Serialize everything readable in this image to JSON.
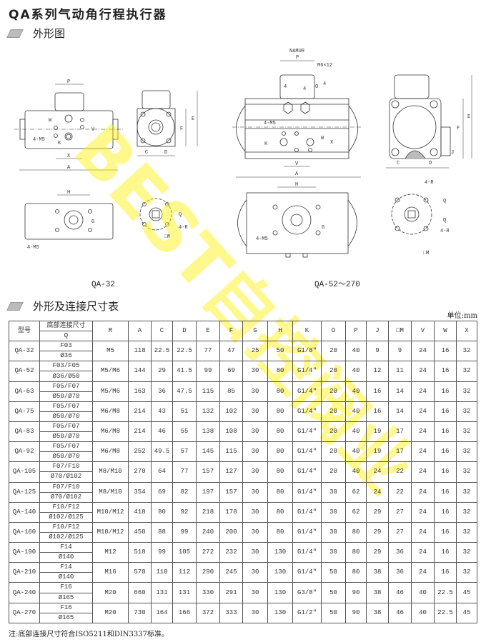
{
  "title": "QA系列气动角行程执行器",
  "section1": "外形图",
  "section2": "外形及连接尺寸表",
  "unit": "单位:mm",
  "watermark": "BEST自控阀业",
  "drawings": {
    "qa32": {
      "caption": "QA-32",
      "P": "P",
      "W": "W",
      "V": "V",
      "M5": "4-M5",
      "K": "K",
      "X": "X",
      "A": "A",
      "C": "C",
      "D": "D",
      "E": "E",
      "F": "F",
      "H": "H",
      "G": "G",
      "M5b": "4-M5",
      "Q": "Q",
      "R": "4-R",
      "M": "□M"
    },
    "qa52": {
      "caption": "QA-52～270",
      "namur": "NAMUR",
      "P": "P",
      "M6": "M6×12",
      "four1": "4",
      "four2": "4",
      "four3": "4",
      "O": "O",
      "M5": "4-M5",
      "K": "K",
      "W": "W",
      "X": "X",
      "V": "V",
      "A": "A",
      "H": "H",
      "E": "E",
      "F": "F",
      "C": "C",
      "D": "D",
      "J": "J",
      "R": "4-R",
      "G": "G",
      "M5b": "4-M5",
      "Q1": "Q",
      "Q2": "Q",
      "R2": "4-R",
      "M": "□M"
    }
  },
  "table": {
    "headers": {
      "model": "型号",
      "q_top": "底部连接尺寸",
      "q_bottom": "Q",
      "cols": [
        "R",
        "A",
        "C",
        "D",
        "E",
        "F",
        "G",
        "H",
        "K",
        "O",
        "P",
        "J",
        "□M",
        "V",
        "W",
        "X"
      ]
    },
    "rows": [
      {
        "model": "QA-32",
        "q1": "F03",
        "q2": "Ø36",
        "v": [
          "M5",
          "118",
          "22.5",
          "22.5",
          "77",
          "47",
          "25",
          "50",
          "G1/8\"",
          "20",
          "40",
          "9",
          "9",
          "24",
          "16",
          "32"
        ]
      },
      {
        "model": "QA-52",
        "q1": "F03/F05",
        "q2": "Ø36/Ø50",
        "v": [
          "M5/M6",
          "144",
          "29",
          "41.5",
          "99",
          "69",
          "30",
          "80",
          "G1/4\"",
          "20",
          "40",
          "12",
          "11",
          "24",
          "16",
          "32"
        ]
      },
      {
        "model": "QA-63",
        "q1": "F05/F07",
        "q2": "Ø50/Ø70",
        "v": [
          "M5/M6",
          "163",
          "36",
          "47.5",
          "115",
          "85",
          "30",
          "80",
          "G1/4\"",
          "20",
          "40",
          "16",
          "14",
          "24",
          "16",
          "32"
        ]
      },
      {
        "model": "QA-75",
        "q1": "F05/F07",
        "q2": "Ø50/Ø70",
        "v": [
          "M6/M8",
          "214",
          "43",
          "51",
          "132",
          "102",
          "30",
          "80",
          "G1/4\"",
          "20",
          "40",
          "16",
          "14",
          "24",
          "16",
          "32"
        ]
      },
      {
        "model": "QA-83",
        "q1": "F05/F07",
        "q2": "Ø50/Ø70",
        "v": [
          "M6/M8",
          "214",
          "46",
          "55",
          "138",
          "108",
          "30",
          "80",
          "G1/4\"",
          "20",
          "40",
          "19",
          "17",
          "24",
          "16",
          "32"
        ]
      },
      {
        "model": "QA-92",
        "q1": "F05/F07",
        "q2": "Ø50/Ø70",
        "v": [
          "M6/M8",
          "252",
          "49.5",
          "57",
          "145",
          "115",
          "30",
          "80",
          "G1/4\"",
          "20",
          "40",
          "19",
          "17",
          "24",
          "16",
          "32"
        ]
      },
      {
        "model": "QA-105",
        "q1": "F07/F10",
        "q2": "Ø70/Ø102",
        "v": [
          "M8/M10",
          "270",
          "64",
          "77",
          "157",
          "127",
          "30",
          "80",
          "G1/4\"",
          "20",
          "40",
          "24",
          "22",
          "24",
          "16",
          "32"
        ]
      },
      {
        "model": "QA-125",
        "q1": "F07/F10",
        "q2": "Ø70/Ø102",
        "v": [
          "M8/M10",
          "354",
          "69",
          "82",
          "197",
          "157",
          "30",
          "80",
          "G1/4\"",
          "30",
          "62",
          "24",
          "22",
          "24",
          "16",
          "32"
        ]
      },
      {
        "model": "QA-140",
        "q1": "F10/F12",
        "q2": "Ø102/Ø125",
        "v": [
          "M10/M12",
          "418",
          "80",
          "92",
          "218",
          "178",
          "30",
          "80",
          "G1/4\"",
          "30",
          "62",
          "29",
          "27",
          "24",
          "16",
          "32"
        ]
      },
      {
        "model": "QA-160",
        "q1": "F10/F12",
        "q2": "Ø102/Ø125",
        "v": [
          "M10/M12",
          "450",
          "88",
          "99",
          "240",
          "200",
          "30",
          "80",
          "G1/4\"",
          "30",
          "80",
          "29",
          "27",
          "24",
          "16",
          "32"
        ]
      },
      {
        "model": "QA-190",
        "q1": "F14",
        "q2": "Ø140",
        "v": [
          "M12",
          "518",
          "99",
          "105",
          "272",
          "232",
          "30",
          "130",
          "G1/4\"",
          "30",
          "80",
          "29",
          "36",
          "24",
          "16",
          "32"
        ]
      },
      {
        "model": "QA-210",
        "q1": "F14",
        "q2": "Ø140",
        "v": [
          "M16",
          "570",
          "110",
          "112",
          "290",
          "245",
          "30",
          "130",
          "G1/4\"",
          "50",
          "80",
          "38",
          "36",
          "24",
          "16",
          "32"
        ]
      },
      {
        "model": "QA-240",
        "q1": "F16",
        "q2": "Ø165",
        "v": [
          "M20",
          "660",
          "131",
          "131",
          "330",
          "291",
          "30",
          "130",
          "G3/8\"",
          "50",
          "90",
          "38",
          "46",
          "40",
          "22.5",
          "45"
        ]
      },
      {
        "model": "QA-270",
        "q1": "F16",
        "q2": "Ø165",
        "v": [
          "M20",
          "730",
          "164",
          "166",
          "372",
          "333",
          "30",
          "130",
          "G1/2\"",
          "50",
          "90",
          "38",
          "46",
          "40",
          "22.5",
          "45"
        ]
      }
    ]
  },
  "note": "注:底部连接尺寸符合ISO5211和DIN3337标准。"
}
